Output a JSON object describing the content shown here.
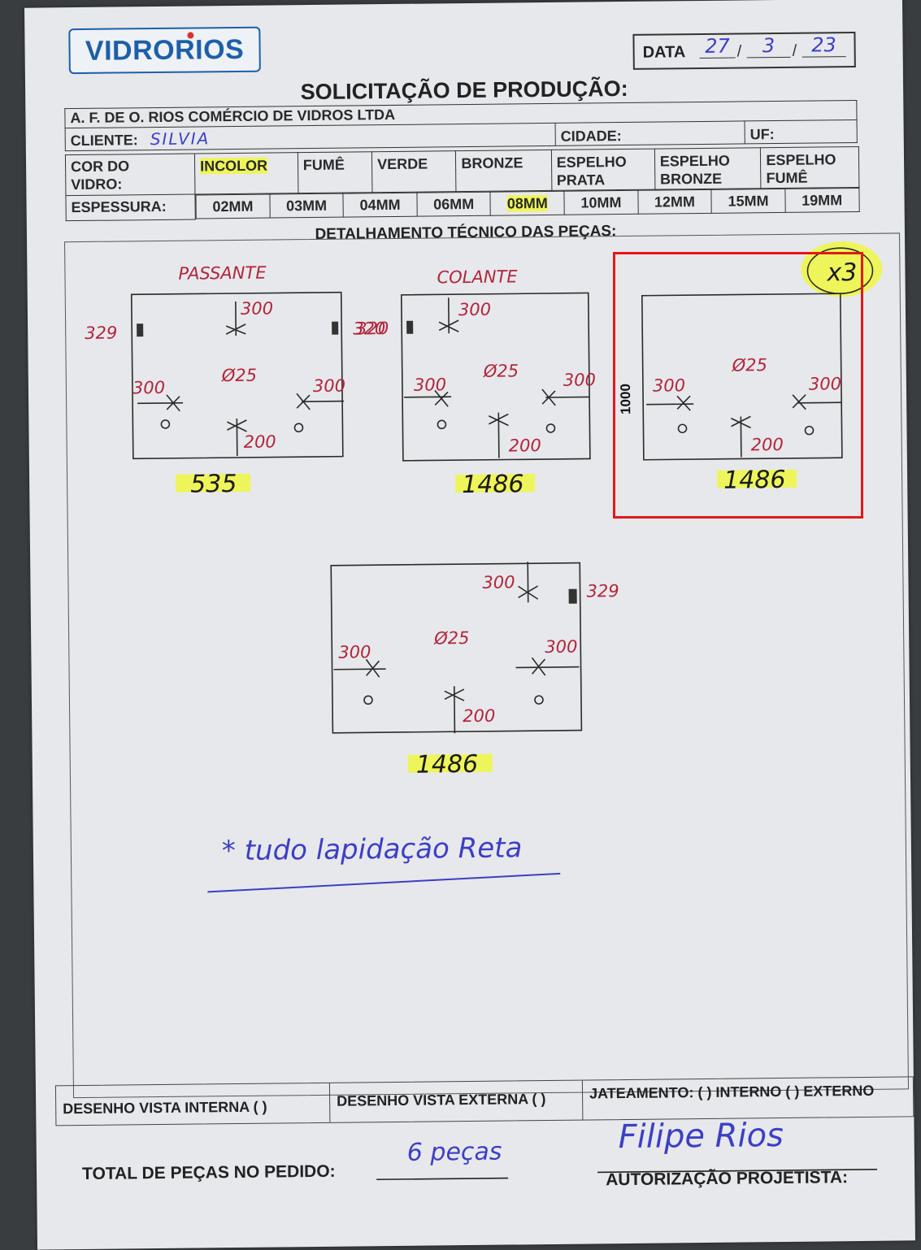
{
  "logo": {
    "text": "VIDRORIOS"
  },
  "date": {
    "label": "DATA",
    "day": "27",
    "month": "3",
    "year": "23"
  },
  "title": "SOLICITAÇÃO DE PRODUÇÃO:",
  "company": "A. F. DE O. RIOS COMÉRCIO DE VIDROS LTDA",
  "client": {
    "label": "CLIENTE:",
    "value": "SILVIA",
    "city_label": "CIDADE:",
    "uf_label": "UF:"
  },
  "glass_color": {
    "label_1": "COR DO",
    "label_2": "VIDRO:",
    "options": [
      {
        "l1": "INCOLOR",
        "l2": "",
        "selected": true
      },
      {
        "l1": "FUMÊ",
        "l2": "",
        "selected": false
      },
      {
        "l1": "VERDE",
        "l2": "",
        "selected": false
      },
      {
        "l1": "BRONZE",
        "l2": "",
        "selected": false
      },
      {
        "l1": "ESPELHO",
        "l2": "PRATA",
        "selected": false
      },
      {
        "l1": "ESPELHO",
        "l2": "BRONZE",
        "selected": false
      },
      {
        "l1": "ESPELHO",
        "l2": "FUMÊ",
        "selected": false
      }
    ]
  },
  "thickness": {
    "label": "ESPESSURA:",
    "options": [
      {
        "v": "02MM",
        "selected": false
      },
      {
        "v": "03MM",
        "selected": false
      },
      {
        "v": "04MM",
        "selected": false
      },
      {
        "v": "06MM",
        "selected": false
      },
      {
        "v": "08MM",
        "selected": true
      },
      {
        "v": "10MM",
        "selected": false
      },
      {
        "v": "12MM",
        "selected": false
      },
      {
        "v": "15MM",
        "selected": false
      },
      {
        "v": "19MM",
        "selected": false
      }
    ]
  },
  "details_title": "DETALHAMENTO TÉCNICO DAS PEÇAS:",
  "pieces": [
    {
      "label": "PASSANTE",
      "width": "535",
      "hole": "Ø25",
      "left_edge": "329",
      "right_edge": "320",
      "offset_top": "300",
      "offset_side": "300",
      "offset_bottom": "200"
    },
    {
      "label": "COLANTE",
      "width": "1486",
      "hole": "Ø25",
      "left_edge": "320",
      "offset_top": "300",
      "offset_side": "300",
      "offset_bottom": "200"
    },
    {
      "label": "",
      "width": "1486",
      "quantity": "x3",
      "height_dim": "1000",
      "hole": "Ø25",
      "offset_side": "300",
      "offset_bottom": "200"
    },
    {
      "label": "",
      "width": "1486",
      "hole": "Ø25",
      "right_edge": "329",
      "offset_top": "300",
      "offset_side": "300",
      "offset_bottom": "200"
    }
  ],
  "note": "* tudo lapidação Reta",
  "footer": {
    "internal": "DESENHO VISTA INTERNA ( )",
    "external": "DESENHO VISTA EXTERNA ( )",
    "sandblast": "JATEAMENTO: ( ) INTERNO ( ) EXTERNO",
    "total_label": "TOTAL DE PEÇAS NO PEDIDO:",
    "total_value": "6 peças",
    "auth_label": "AUTORIZAÇÃO PROJETISTA:",
    "signature": "Filipe Rios"
  },
  "colors": {
    "ink_red": "#b1253c",
    "ink_blue": "#3c3fc4",
    "highlight": "#eef55a",
    "annotation": "#e31818"
  }
}
